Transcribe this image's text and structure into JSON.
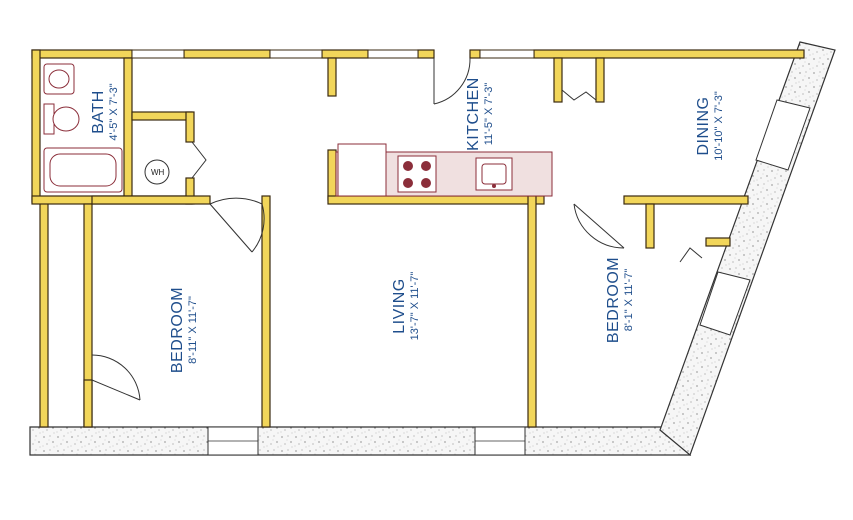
{
  "rooms": {
    "bath": {
      "name": "BATH",
      "dims": "4'-5\" X 7'-3\""
    },
    "kitchen": {
      "name": "KITCHEN",
      "dims": "11'-5\" X 7'-3\""
    },
    "dining": {
      "name": "DINING",
      "dims": "10'-10\" X 7'-3\""
    },
    "bedroom_left": {
      "name": "BEDROOM",
      "dims": "8'-11\" X 11'-7\""
    },
    "living": {
      "name": "LIVING",
      "dims": "13'-7\" X 11'-7\""
    },
    "bedroom_right": {
      "name": "BEDROOM",
      "dims": "8'-1\" X 11'-7\""
    }
  },
  "fixtures": {
    "water_heater": "WH"
  },
  "colors": {
    "wall_fill": "#f2d65a",
    "wall_outline": "#3a2a10",
    "label": "#1f4e8c",
    "counter": "#f0e0e0",
    "fixture": "#8b2e3a",
    "exterior_wall": "#f4f4f4"
  }
}
